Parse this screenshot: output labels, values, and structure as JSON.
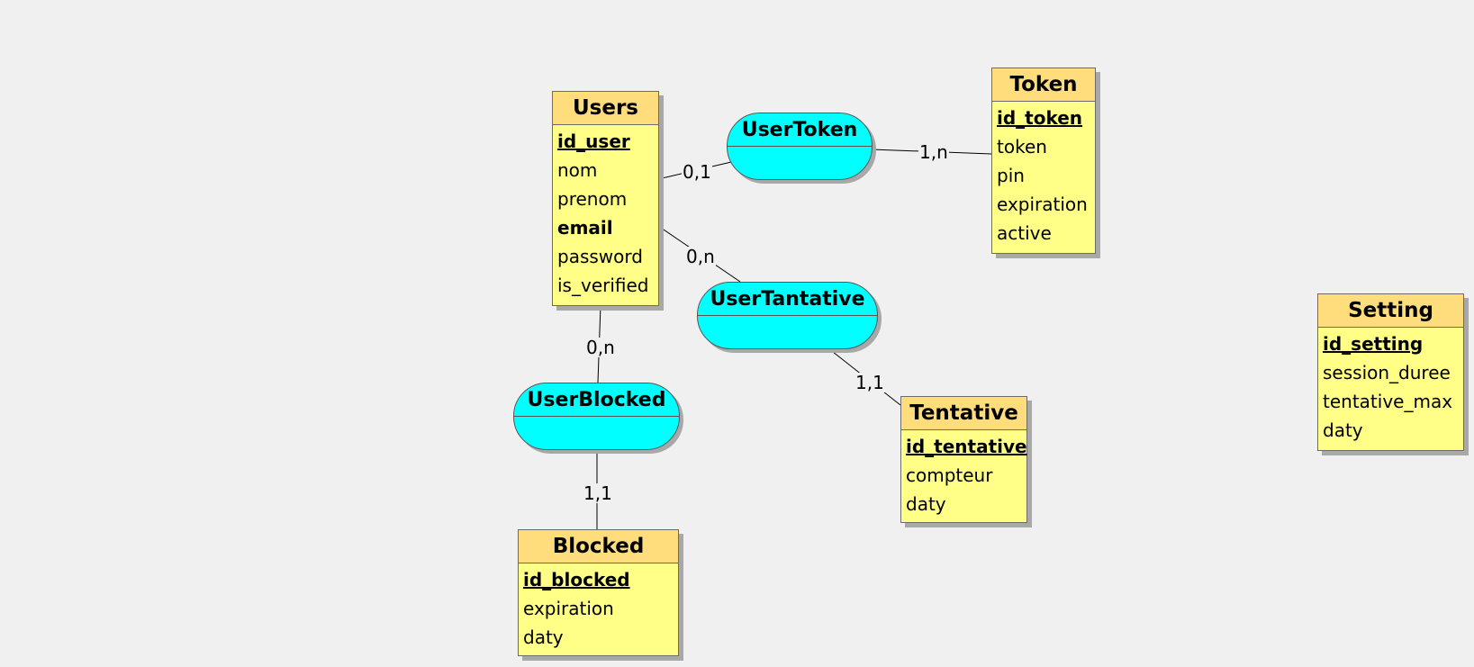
{
  "entities": {
    "users": {
      "title": "Users",
      "attributes": [
        {
          "name": "id_user",
          "key": true
        },
        {
          "name": "nom"
        },
        {
          "name": "prenom"
        },
        {
          "name": "email",
          "bold": true
        },
        {
          "name": "password"
        },
        {
          "name": "is_verified"
        }
      ]
    },
    "token": {
      "title": "Token",
      "attributes": [
        {
          "name": "id_token",
          "key": true
        },
        {
          "name": "token"
        },
        {
          "name": "pin"
        },
        {
          "name": "expiration"
        },
        {
          "name": "active"
        }
      ]
    },
    "setting": {
      "title": "Setting",
      "attributes": [
        {
          "name": "id_setting",
          "key": true
        },
        {
          "name": "session_duree"
        },
        {
          "name": "tentative_max"
        },
        {
          "name": "daty"
        }
      ]
    },
    "tentative": {
      "title": "Tentative",
      "attributes": [
        {
          "name": "id_tentative",
          "key": true
        },
        {
          "name": "compteur"
        },
        {
          "name": "daty"
        }
      ]
    },
    "blocked": {
      "title": "Blocked",
      "attributes": [
        {
          "name": "id_blocked",
          "key": true
        },
        {
          "name": "expiration"
        },
        {
          "name": "daty"
        }
      ]
    }
  },
  "associations": {
    "usertoken": {
      "title": "UserToken"
    },
    "usertantative": {
      "title": "UserTantative"
    },
    "userblocked": {
      "title": "UserBlocked"
    }
  },
  "cardinalities": {
    "users_usertoken": "0,1",
    "token_usertoken": "1,n",
    "users_usertantative": "0,n",
    "tentative_usertantative": "1,1",
    "users_userblocked": "0,n",
    "blocked_userblocked": "1,1"
  },
  "colors": {
    "entity_header": "#ffdd7c",
    "entity_body": "#ffff87",
    "association": "#00ffff",
    "background": "#f0f0f0"
  }
}
